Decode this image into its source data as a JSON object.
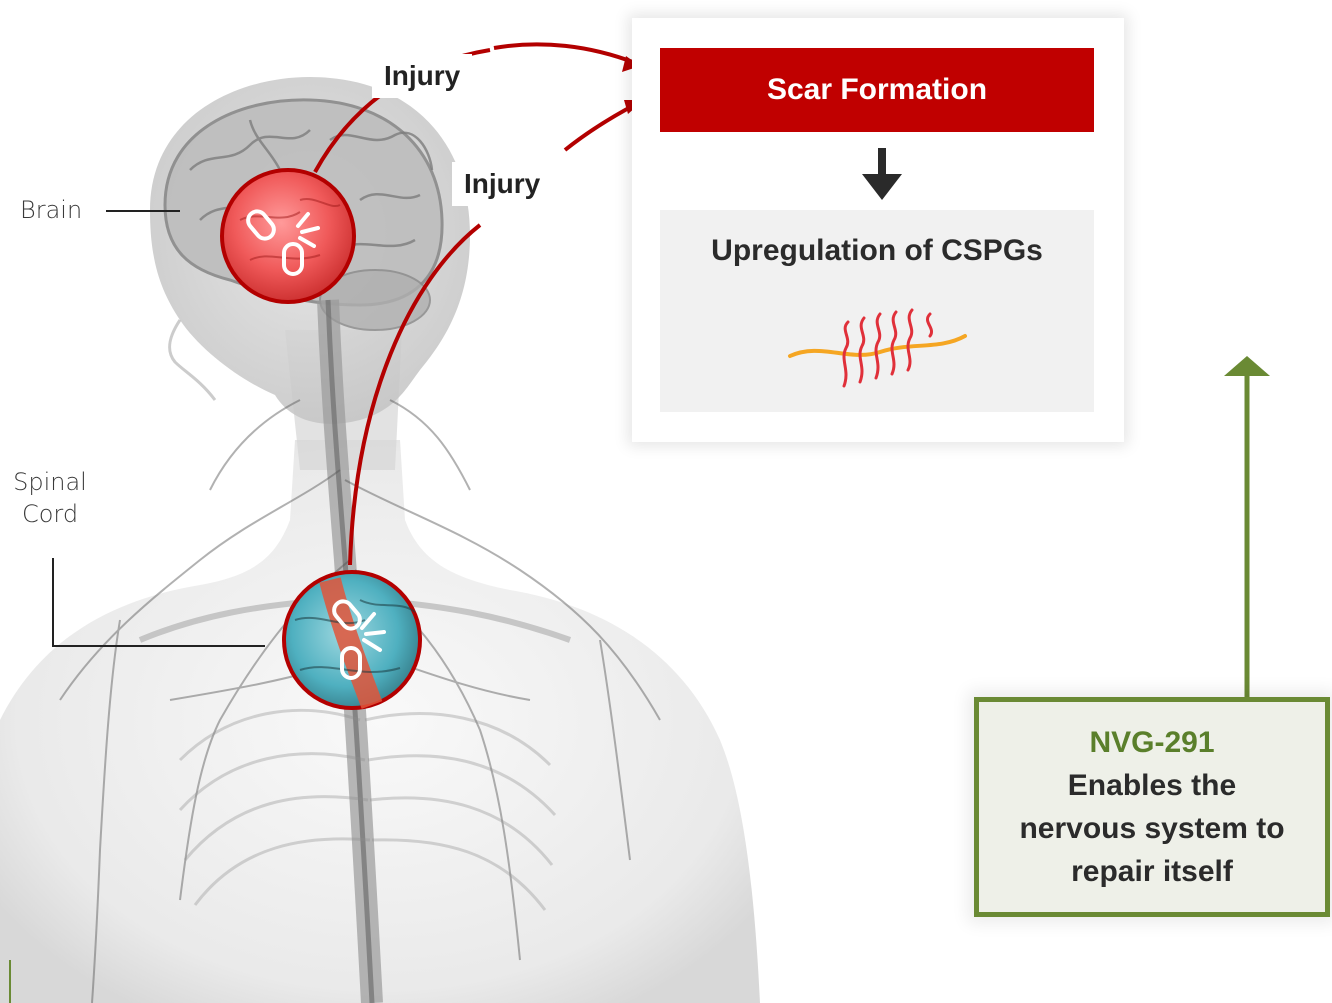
{
  "labels": {
    "brain": "Brain",
    "spinal_line1": "Spinal",
    "spinal_line2": "Cord",
    "injury_top": "Injury",
    "injury_mid": "Injury"
  },
  "flow": {
    "scar_formation": "Scar Formation",
    "upregulation": "Upregulation of CSPGs"
  },
  "nvg": {
    "name": "NVG-291",
    "line1": "Enables the",
    "line2": "nervous system to",
    "line3": "repair itself"
  },
  "colors": {
    "scar_red": "#c00000",
    "injury_line": "#b30000",
    "nvg_green": "#6a8a34",
    "nvg_text_green": "#5a7f2b",
    "arrow_dark": "#2a2a2a",
    "cspg_core": "#f5a623",
    "cspg_chain": "#e0303a"
  },
  "icons": {
    "brain_injury": "broken-link-icon",
    "spinal_injury": "broken-link-icon",
    "cspg": "cspg-molecule-icon"
  }
}
